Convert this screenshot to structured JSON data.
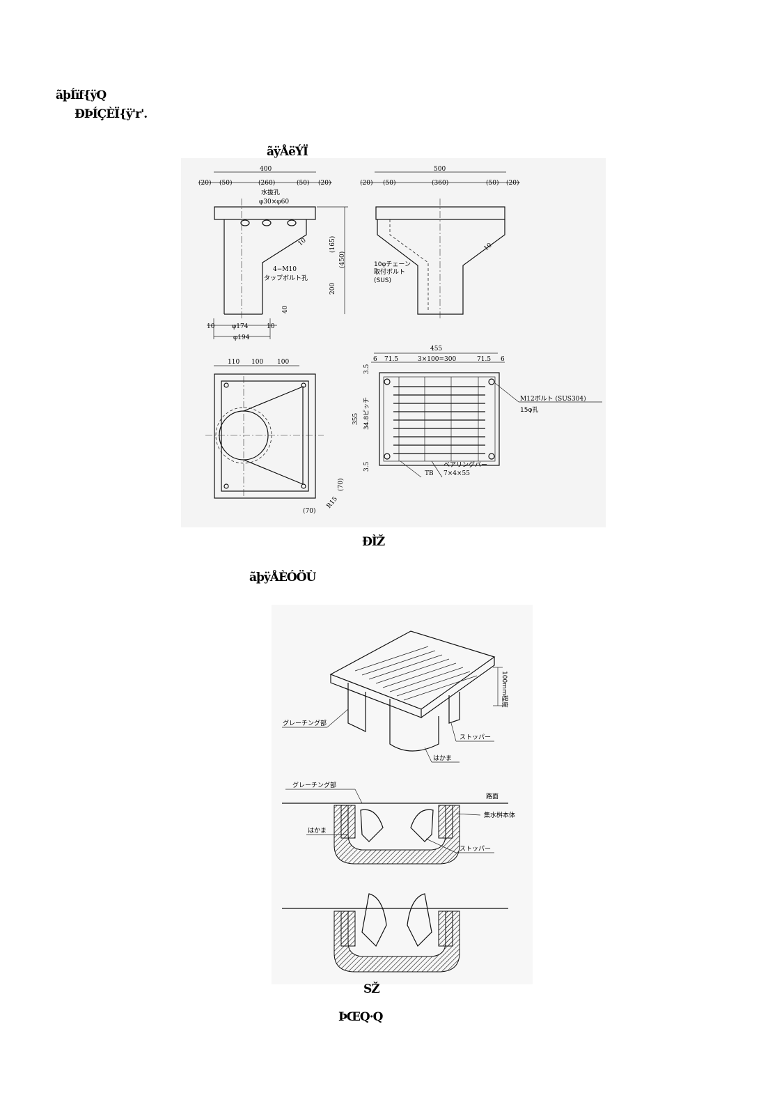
{
  "header": {
    "line1": "ãþÍïf{ÿQ",
    "line2": "ÐÞÍÇÈÏ{ÿ'r'."
  },
  "figure1": {
    "title": "ãÿÅëÝÏ",
    "caption": "ÐÌŽ",
    "front_view": {
      "dims_top": [
        "400",
        "(20)",
        "(50)",
        "(260)",
        "(50)",
        "(20)"
      ],
      "label_hole": "水抜孔",
      "label_hole_dim": "φ30×φ60",
      "dim_165": "(165)",
      "dim_450": "(450)",
      "dim_200": "200",
      "dim_40": "40",
      "dim_10": "10",
      "label_bolt": "4−M10",
      "label_bolt2": "タップボルト孔",
      "dims_bottom": [
        "10",
        "φ174",
        "10",
        "φ194"
      ]
    },
    "side_view": {
      "dims_top": [
        "500",
        "(20)",
        "(50)",
        "(360)",
        "(50)",
        "(20)"
      ],
      "dim_10": "10",
      "label_chain": "10φチェーン",
      "label_chain2": "取付ボルト",
      "label_chain3": "(SUS)"
    },
    "plan_view": {
      "dims_top": [
        "110",
        "100",
        "100"
      ],
      "dim_70a": "(70)",
      "dim_70b": "(70)",
      "dim_r15": "R15"
    },
    "grate_view": {
      "dim_455": "455",
      "dims_top": [
        "6",
        "71.5",
        "3×100=300",
        "71.5",
        "6"
      ],
      "dim_35a": "3.5",
      "dim_355": "355",
      "dim_pitch": "34.8ピッチ",
      "dim_35b": "3.5",
      "label_bolt": "M12ボルト (SUS304)",
      "label_hole": "15φ孔",
      "label_bar": "ベアリングバー",
      "label_bar_dim": "7×4×55",
      "label_tb": "TB"
    }
  },
  "figure2": {
    "title": "ãþÿÅÈÓÖÙ",
    "caption": "SŽ",
    "perspective": {
      "label_grating": "グレーチング部",
      "label_height": "100mm程度",
      "label_stopper": "ストッパー",
      "label_hakama": "はかま"
    },
    "section": {
      "label_grating": "グレーチング部",
      "label_road": "路面",
      "label_body": "集水桝本体",
      "label_hakama": "はかま",
      "label_stopper": "ストッパー"
    }
  },
  "footer": {
    "page": "ÞŒQ·Q"
  }
}
